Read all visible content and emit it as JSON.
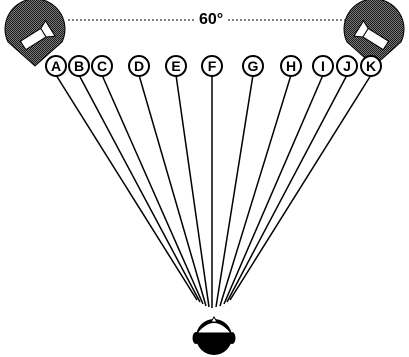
{
  "angle_label": "60°",
  "position_labels": [
    "A",
    "B",
    "C",
    "D",
    "E",
    "F",
    "G",
    "H",
    "I",
    "J",
    "K"
  ],
  "colors": {
    "speaker_fill": "#4a4a4a",
    "line": "#000000",
    "label_bg": "#ffffff"
  }
}
